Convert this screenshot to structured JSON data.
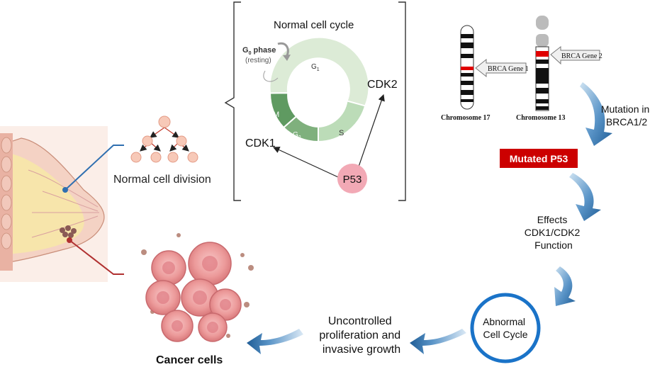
{
  "cycle": {
    "title": "Normal cell cycle",
    "phase_g1": "G",
    "phase_g1_sub": "1",
    "phase_s": "S",
    "phase_g2": "G",
    "phase_g2_sub": "2",
    "phase_m": "M",
    "g0_label": "G",
    "g0_sub": "0",
    "g0_phase_word": " phase",
    "g0_resting": "(resting)",
    "cdk1": "CDK1",
    "cdk2": "CDK2",
    "p53": "P53"
  },
  "breast": {
    "normal_division": "Normal cell division",
    "cancer_cells": "Cancer cells"
  },
  "chromosomes": {
    "chr17_label": "Chromosome 17",
    "chr13_label": "Chromosome 13",
    "gene1_label": "BRCA Gene 1",
    "gene2_label": "BRCA Gene 2"
  },
  "flow": {
    "mutation_line1": "Mutation in",
    "mutation_line2": "BRCA1/2",
    "mutated_p53": "Mutated P53",
    "effects_line1": "Effects",
    "effects_line2": "CDK1/CDK2",
    "effects_line3": "Function",
    "abnormal_line1": "Abnormal",
    "abnormal_line2": "Cell Cycle",
    "uncontrolled_line1": "Uncontrolled",
    "uncontrolled_line2": "proliferation and",
    "uncontrolled_line3": "invasive growth"
  },
  "colors": {
    "mutated_box": "#cc0000",
    "flow_arrow": "#1f5d96",
    "abnormal_ring": "#1a73c8",
    "cycle_light": "#dcebd6",
    "cycle_mid": "#bcdcb8",
    "cycle_dark": "#5f9a61",
    "p53_fill": "#f2a9b5",
    "cancer": "#e58a8a"
  }
}
